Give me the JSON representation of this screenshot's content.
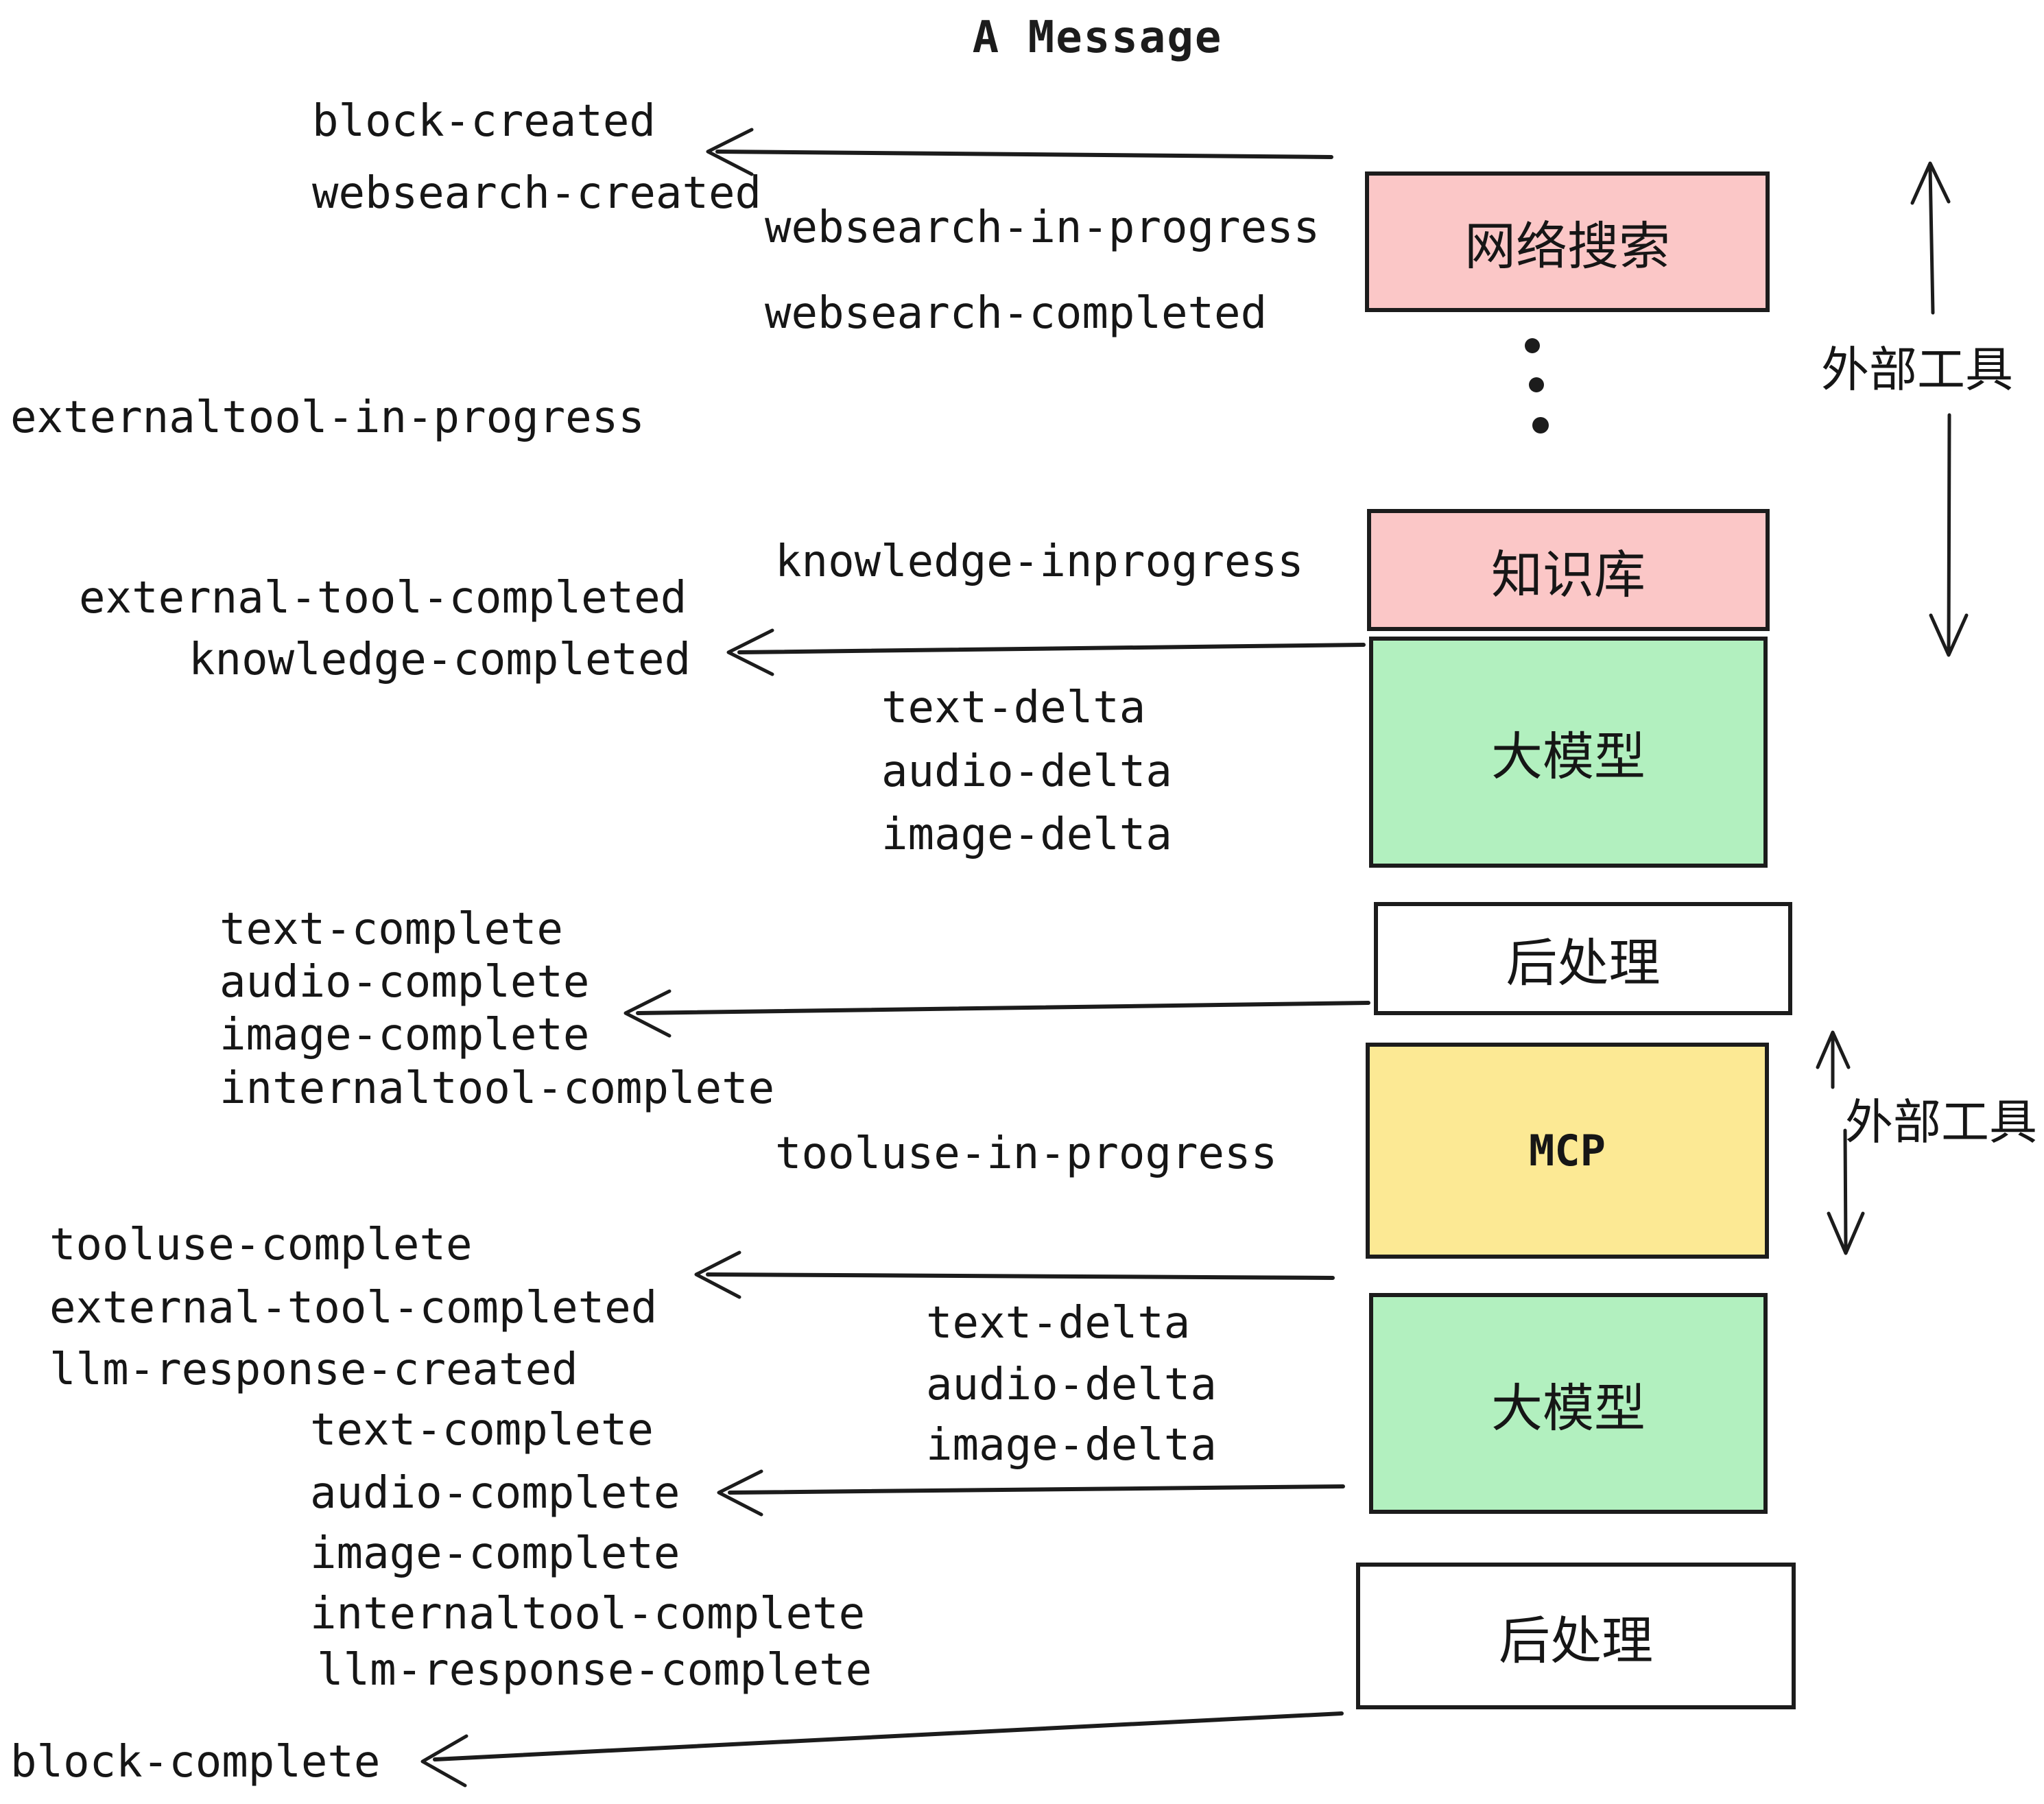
{
  "title": "A Message",
  "colors": {
    "box_pink": "#fbc7c7",
    "box_green": "#b2f0bf",
    "box_yellow": "#fce994",
    "box_white": "#ffffff",
    "ink": "#1c1c1c"
  },
  "boxes": {
    "websearch": "网络搜索",
    "knowledge": "知识库",
    "llm1": "大模型",
    "post1": "后处理",
    "mcp": "MCP",
    "llm2": "大模型",
    "post2": "后处理"
  },
  "side_labels": {
    "external_tools_top": "外部工具",
    "external_tools_mid": "外部工具"
  },
  "events": {
    "block_created": "block-created",
    "websearch_created": "websearch-created",
    "websearch_in_progress": "websearch-in-progress",
    "websearch_completed": "websearch-completed",
    "externaltool_in_progress": "externaltool-in-progress",
    "knowledge_inprogress": "knowledge-inprogress",
    "external_tool_completed": "external-tool-completed",
    "knowledge_completed": "knowledge-completed",
    "text_delta_1": "text-delta",
    "audio_delta_1": "audio-delta",
    "image_delta_1": "image-delta",
    "text_complete_1": "text-complete",
    "audio_complete_1": "audio-complete",
    "image_complete_1": "image-complete",
    "internaltool_complete_1": "internaltool-complete",
    "tooluse_in_progress": "tooluse-in-progress",
    "tooluse_complete": "tooluse-complete",
    "external_tool_completed_2": "external-tool-completed",
    "llm_response_created": "llm-response-created",
    "text_complete_2": "text-complete",
    "audio_complete_2": "audio-complete",
    "image_complete_2": "image-complete",
    "internaltool_complete_2": "internaltool-complete",
    "llm_response_complete": "llm-response-complete",
    "block_complete": "block-complete",
    "text_delta_2": "text-delta",
    "audio_delta_2": "audio-delta",
    "image_delta_2": "image-delta"
  }
}
